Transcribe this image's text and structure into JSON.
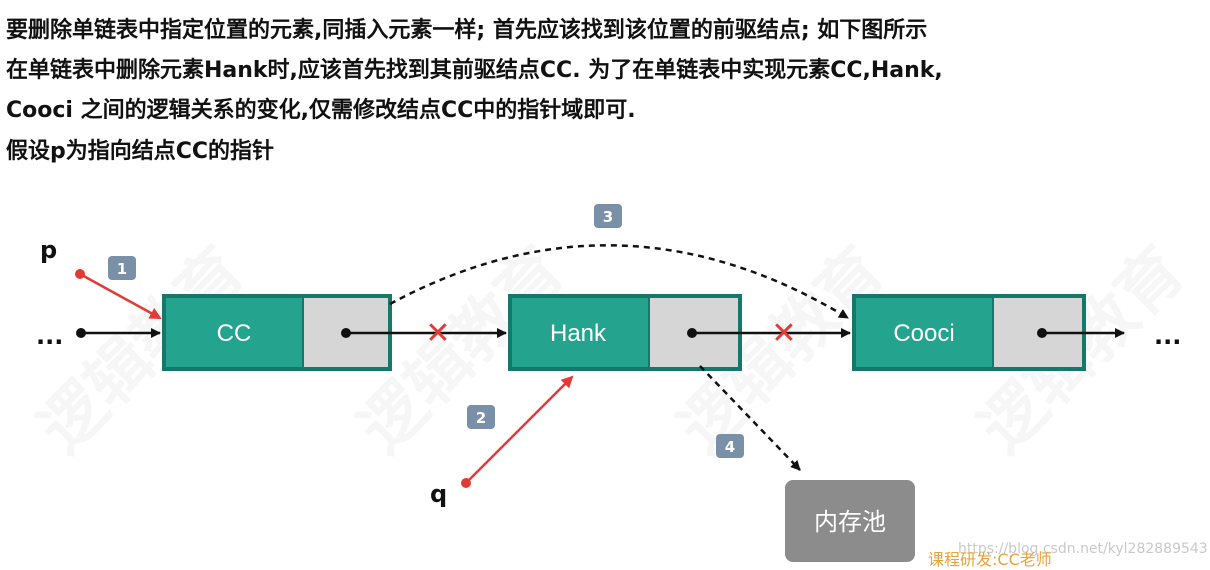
{
  "text": {
    "line1": "要删除单链表中指定位置的元素,同插入元素一样; 首先应该找到该位置的前驱结点; 如下图所示",
    "line2": "在单链表中删除元素Hank时,应该首先找到其前驱结点CC. 为了在单链表中实现元素CC,Hank,",
    "line3": "Cooci 之间的逻辑关系的变化,仅需修改结点CC中的指针域即可.",
    "line4": "假设p为指向结点CC的指针"
  },
  "diagram": {
    "nodes": [
      "CC",
      "Hank",
      "Cooci"
    ],
    "pointer_p": "p",
    "pointer_q": "q",
    "ellipsis_left": "...",
    "ellipsis_right": "...",
    "memory_pool": "内存池",
    "steps": [
      "1",
      "2",
      "3",
      "4"
    ],
    "delete_mark": "✕"
  },
  "watermark": "逻辑教育",
  "footer": {
    "credit": "课程研发:CC老师",
    "url": "https://blog.csdn.net/kyl282889543"
  },
  "colors": {
    "node_fill": "#24a38e",
    "node_border": "#15786a",
    "pointer_box": "#d6d6d6",
    "red": "#e23b36",
    "badge": "#7a90a8",
    "pool": "#8c8c8c"
  }
}
